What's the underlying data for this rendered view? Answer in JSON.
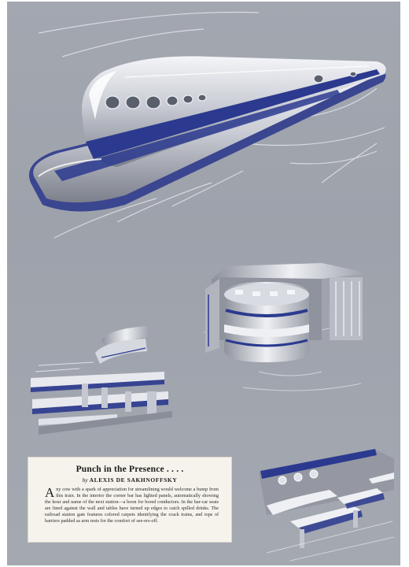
{
  "article": {
    "title": "Punch in the Presence . . . .",
    "byline_prefix": "by",
    "author": "ALEXIS DE SAKHNOFFSKY",
    "dropcap": "A",
    "body": "ny cow with a spark of appreciation for streamlining would welcome a bump from this train. In the interior the corner bar has lighted panels, automatically showing the hour and name of the next station—a boon for bored conductors. In the bar-car seats are lined against the wall and tables have turned up edges to catch spilled drinks. The railroad station gate features colored carpets identifying the crack trains, and tops of barriers padded as arm rests for the comfort of see-ers-off."
  },
  "illustrations": {
    "background_color": "#a3a7b0",
    "accent_color": "#2b3a8f",
    "chrome_color": "#e9ebf0",
    "items": [
      "streamlined-train",
      "corner-bar-interior",
      "station-gate",
      "bar-car-seats"
    ]
  }
}
